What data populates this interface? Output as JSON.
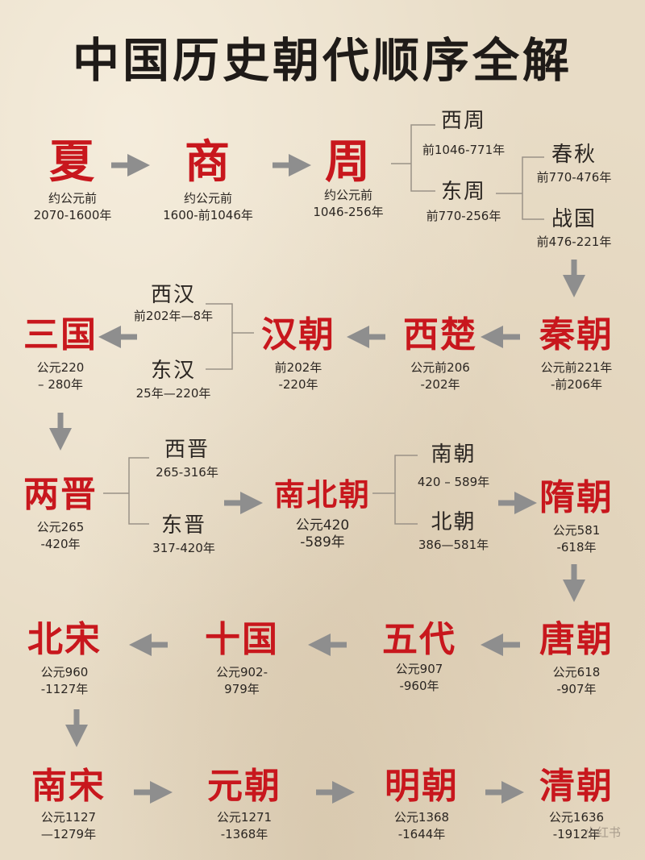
{
  "title": "中国历史朝代顺序全解",
  "nodes": {
    "xia": {
      "name": "夏",
      "line1": "约公元前",
      "line2": "2070-1600年"
    },
    "shang": {
      "name": "商",
      "line1": "约公元前",
      "line2": "1600-前1046年"
    },
    "zhou": {
      "name": "周",
      "line1": "约公元前",
      "line2": "1046-256年"
    },
    "xizhou": {
      "name": "西周",
      "line1": "前1046-771年"
    },
    "dongzhou": {
      "name": "东周",
      "line1": "前770-256年"
    },
    "chunqiu": {
      "name": "春秋",
      "line1": "前770-476年"
    },
    "zhanguo": {
      "name": "战国",
      "line1": "前476-221年"
    },
    "qin": {
      "name": "秦朝",
      "line1": "公元前221年",
      "line2": "-前206年"
    },
    "xichu": {
      "name": "西楚",
      "line1": "公元前206",
      "line2": "-202年"
    },
    "han": {
      "name": "汉朝",
      "line1": "前202年",
      "line2": "-220年"
    },
    "xihan": {
      "name": "西汉",
      "line1": "前202年—8年"
    },
    "donghan": {
      "name": "东汉",
      "line1": "25年—220年"
    },
    "sanguo": {
      "name": "三国",
      "line1": "公元220",
      "line2": "– 280年"
    },
    "liangjin": {
      "name": "两晋",
      "line1": "公元265",
      "line2": "-420年"
    },
    "xijin": {
      "name": "西晋",
      "line1": "265-316年"
    },
    "dongjin": {
      "name": "东晋",
      "line1": "317-420年"
    },
    "nanbeichao": {
      "name": "南北朝",
      "line1": "公元420",
      "line2": "-589年"
    },
    "nanchao": {
      "name": "南朝",
      "line1": "420 – 589年"
    },
    "beichao": {
      "name": "北朝",
      "line1": "386—581年"
    },
    "sui": {
      "name": "隋朝",
      "line1": "公元581",
      "line2": "-618年"
    },
    "tang": {
      "name": "唐朝",
      "line1": "公元618",
      "line2": "-907年"
    },
    "wudai": {
      "name": "五代",
      "line1": "公元907",
      "line2": "-960年"
    },
    "shiguo": {
      "name": "十国",
      "line1": "公元902-",
      "line2": "979年"
    },
    "beisong": {
      "name": "北宋",
      "line1": "公元960",
      "line2": "-1127年"
    },
    "nansong": {
      "name": "南宋",
      "line1": "公元1127",
      "line2": "—1279年"
    },
    "yuan": {
      "name": "元朝",
      "line1": "公元1271",
      "line2": "-1368年"
    },
    "ming": {
      "name": "明朝",
      "line1": "公元1368",
      "line2": "-1644年"
    },
    "qing": {
      "name": "清朝",
      "line1": "公元1636",
      "line2": "-1912年"
    }
  },
  "watermark": "小红书",
  "colors": {
    "dynasty": "#c8171d",
    "arrow": "#8e8e8e",
    "connector": "#9a9287",
    "text": "#2b2622"
  }
}
